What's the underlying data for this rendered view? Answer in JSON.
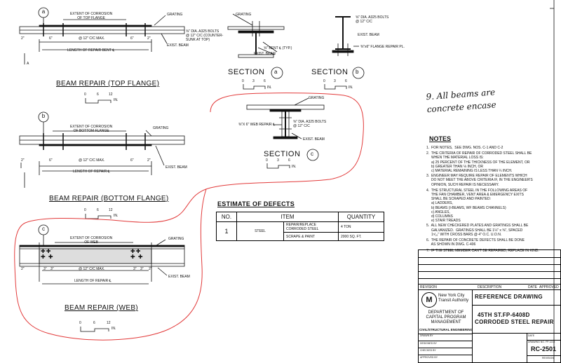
{
  "beam_top": {
    "marker": "a",
    "extent_label": "EXTENT OF CORROSION\nOF TOP FLANGE",
    "grating": "GRATING",
    "dim_left": "2\"",
    "dim_6a": "6\"",
    "spacing": "@ 12\" C/C MAX.",
    "dim_6b": "6\"",
    "dim_right": "2\"",
    "length_label": "LENGTH OF REPAIR BENT ℄",
    "exist_beam": "EXIST. BEAM",
    "section_mark": "A",
    "title": "BEAM REPAIR (TOP FLANGE)",
    "scale": [
      "0",
      "6",
      "12",
      "IN."
    ]
  },
  "section_a": {
    "grating": "GRATING",
    "bolts": "⅝\" DIA. A325 BOLTS\n@ 12\" C/C (COUNTER-\nSUNK AT TOP)",
    "bent": "⅝\" BENT ℄ (TYP.)",
    "exist_beam": "EXIST. BEAM",
    "label": "SECTION",
    "marker": "a",
    "scale": [
      "0",
      "3",
      "6",
      "IN."
    ]
  },
  "section_b": {
    "bolts": "⅝\" DIA. A325 BOLTS\n@ 12\" C/C",
    "exist_beam": "EXIST. BEAM",
    "flange_pl": "⅜\"x6\" FLANGE REPAIR PL.",
    "label": "SECTION",
    "marker": "b",
    "scale": [
      "0",
      "3",
      "6",
      "IN."
    ]
  },
  "section_c": {
    "grating": "GRATING",
    "web_repair": "⅜\"X 6\" WEB REPAIR ℄",
    "bolts": "⅝\" DIA. A325 BOLTS\n@ 12\" C/C",
    "exist_beam": "EXIST. BEAM",
    "label": "SECTION",
    "marker": "c",
    "scale": [
      "0",
      "3",
      "6",
      "IN."
    ]
  },
  "beam_bottom": {
    "marker": "b",
    "extent_label": "EXTENT OF CORROSION\nOF BOTTOM FLANGE",
    "grating": "GRATING",
    "dim_left": "2\"",
    "dim_6a": "6\"",
    "spacing": "@ 12\" C/C MAX.",
    "dim_6b": "6\"",
    "dim_right": "2\"",
    "length_label": "LENGTH OF REPAIR ℄",
    "exist_beam": "EXIST. BEAM",
    "title": "BEAM REPAIR (BOTTOM FLANGE)",
    "scale": [
      "0",
      "6",
      "12",
      "IN."
    ]
  },
  "beam_web": {
    "marker": "c",
    "extent_label": "EXTENT OF CORROSION\nOF WEB",
    "grating": "GRATING",
    "dim_left": "2\"",
    "dim_3a": "3\"",
    "dim_3b": "3\"",
    "spacing": "@ 12\" C/C MAX.",
    "dim_3c": "3\"",
    "dim_3d": "3\"",
    "dim_right": "2\"",
    "length_label": "LENGTH OF REPAIR ℄",
    "exist_beam": "EXIST. BEAM",
    "title": "BEAM REPAIR (WEB)",
    "scale": [
      "0",
      "6",
      "12",
      "IN."
    ]
  },
  "estimate": {
    "title": "ESTIMATE OF DEFECTS",
    "headers": [
      "NO.",
      "ITEM",
      "QUANTITY"
    ],
    "row_no": "1",
    "row_item": "STEEL",
    "lines": [
      {
        "desc": "REPAIR/REPLACE CORRODED STEEL",
        "qty": "4 TON"
      },
      {
        "desc": "SCRAPE & PAINT",
        "qty": "2000 SQ. FT."
      }
    ]
  },
  "handwritten_note": "9. All beams are concrete encase",
  "notes": {
    "heading": "NOTES",
    "items": [
      "1.  FOR NOTES,  SEE DWG. NOS. C-1 AND C-2",
      "2.  THE CRITERIA OF REPAIR OF CORRODED STEEL SHALL BE\n     WHEN THE MATERIAL LOSS IS:\n     a) 25 PERCENT OF THE THICKNESS OF THE ELEMENT, OR\n     b) GREATER THAN ⅛ INCH, OR\n     c) MATERIAL REMAINING IS LESS THAN ¼ INCH.",
      "3.  ENGINEER MAY REQUIRE REPAIR OF ELEMENTS WHICH\n     DO NOT MEET THE ABOVE CRITERIA IF, IN THE ENGINEER'S\n     OPINION, SUCH REPAIR IS NECESSARY.",
      "4.  THE STRUCTURAL STEEL IN THE FOLLOWING AREAS OF\n     THE FAN CHAMBER, VENT AREA & EMERGENCY EXITS\n     SHALL BE SCRAPED AND PAINTED:\n     a) LADDERS,\n     b) BEAMS (I-BEAMS, WF BEAMS CHANNELS)\n     c) ANGLES,\n     d) COLUMNS\n     e) STAIR TREADS",
      "5.  ALL NEW CHECKERED PLATES AND GRATINGS SHALL BE\n     GALVANIZED.  GRATINGS SHALL BE 1¼\" x ⅜\", SPACED\n     1⁵⁄₁₆\" WITH CROSS BARS @ 4\" O.C. U.O.N.",
      "6.  THE REPAIR OF CONCRETE DEFECTS SHALL BE DONE\n     AS SHOWN IN DWG. C-406",
      "7.  IF THE STEEL MEMBER CAN'T BE REPAIRED, REPLACE IN KIND."
    ]
  },
  "title_block": {
    "revision": "REVISION",
    "description": "DESCRIPTION",
    "date": "DATE",
    "approved": "APPROVED",
    "logo_text": "New York City Transit Authority",
    "dept": "DEPARTMENT OF\nCAPITAL PROGRAM\nMANAGEMENT",
    "division": "CIVIL/STRUCTURAL ENGINEERING",
    "drawn_by": "DRAWN BY",
    "designed_by": "DESIGNED BY",
    "checked_by": "CHECKED BY",
    "approved_by": "APPROVED BY",
    "ref": "REFERENCE DRAWING",
    "project_line1": "45TH ST.FP-6408D",
    "project_line2": "CORRODED STEEL REPAIR",
    "date_label": "DATE",
    "drawing_no_label": "DRAWING NO. FP-1213",
    "sheet_no": "RC-2501",
    "revision_label": "REVISION"
  },
  "colors": {
    "markup": "#e23a3a",
    "ink": "#111111"
  }
}
